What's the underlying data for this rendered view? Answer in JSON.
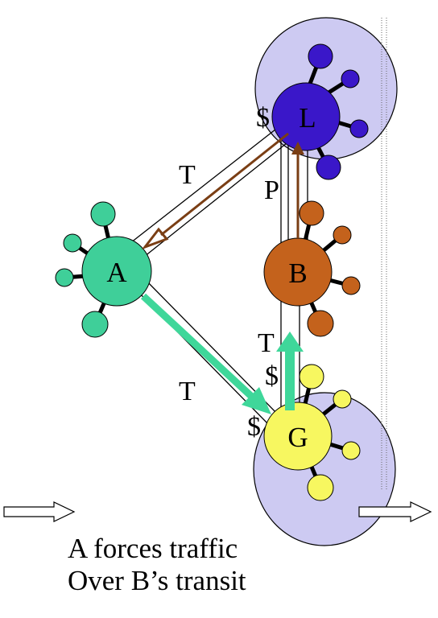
{
  "nodes": {
    "L": {
      "label": "L",
      "color": "#3a17c9"
    },
    "A": {
      "label": "A",
      "color": "#3fcf99"
    },
    "B": {
      "label": "B",
      "color": "#c4621c"
    },
    "G": {
      "label": "G",
      "color": "#f7f760"
    }
  },
  "link_labels": {
    "a_l": "T",
    "l_b": "P",
    "b_g": "T",
    "a_g": "T"
  },
  "dollar_marks": {
    "at_l": "$",
    "at_g_left": "$",
    "at_g_top": "$"
  },
  "colors": {
    "cloud": "#cdcaf2",
    "brown_arrow": "#7a3e14",
    "green_arrow": "#3fd79a"
  },
  "caption": {
    "line1": "A forces traffic",
    "line2": "Over B’s transit"
  }
}
